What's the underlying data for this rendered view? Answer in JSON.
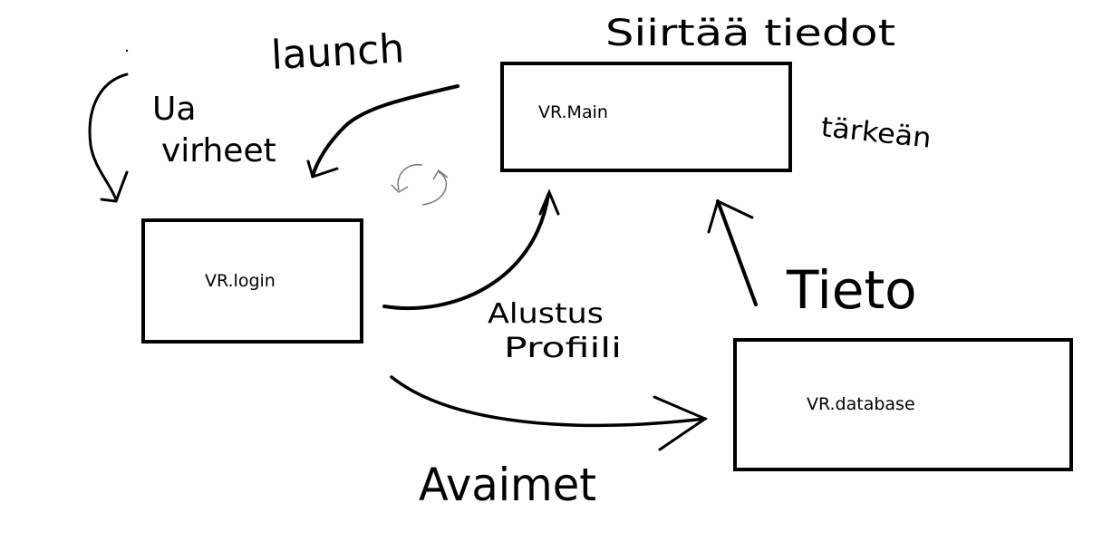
{
  "boxes": {
    "main": "VR.Main",
    "login": "VR.login",
    "database": "VR.database"
  },
  "handwritten": {
    "launch": "launch",
    "uudet_virheet_line1": "Ua",
    "uudet_virheet_line2": "virheet",
    "siirtaa_tiedot": "Siirtää tiedot",
    "tarkeat": "tärkeän",
    "tieto": "Tieto",
    "alusta_line1": "Alustus",
    "alusta_line2": "Profiili",
    "avaimet": "Avaimet"
  },
  "colors": {
    "ink": "#000000",
    "faint_ink": "#7a7a7a",
    "background": "#ffffff"
  }
}
